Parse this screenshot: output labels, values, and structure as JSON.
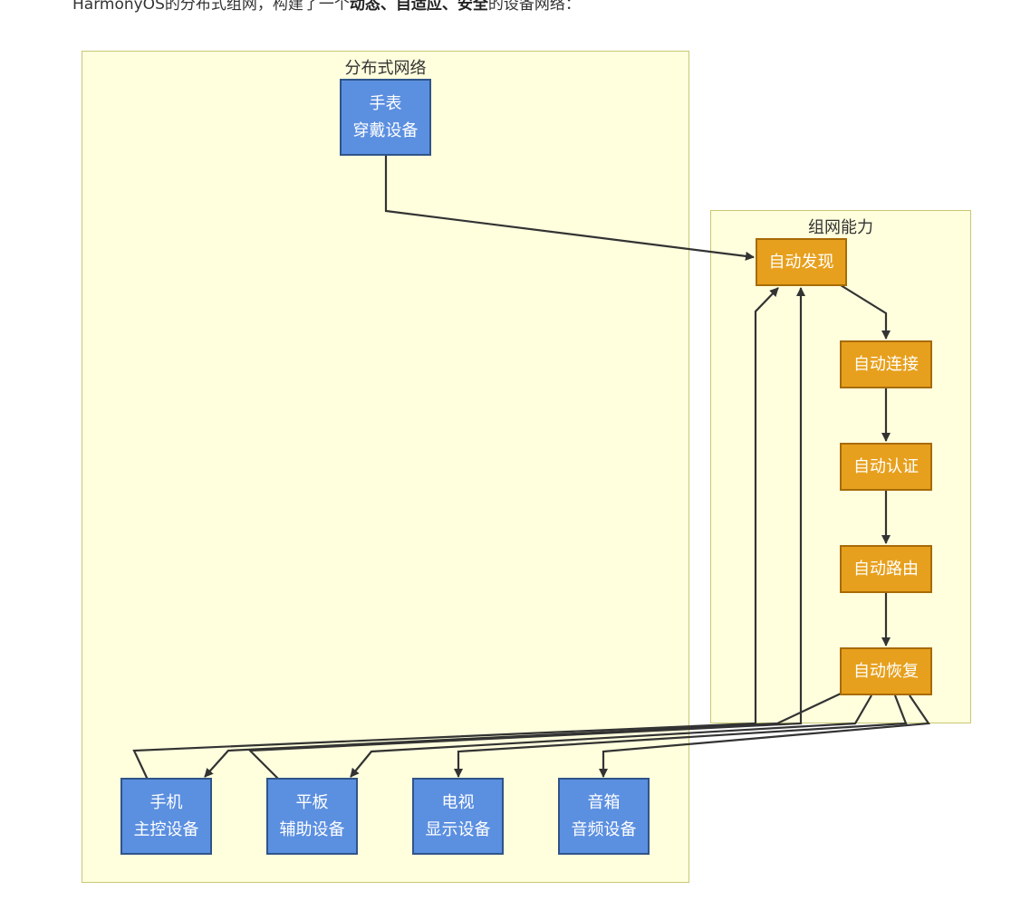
{
  "intro": {
    "prefix": "HarmonyOS的分布式组网，构建了一个",
    "bold": "动态、自适应、安全",
    "suffix": "的设备网络："
  },
  "diagram": {
    "clusters": {
      "network": {
        "title": "分布式网络"
      },
      "capability": {
        "title": "组网能力"
      }
    },
    "nodes": {
      "watch": {
        "line1": "手表",
        "line2": "穿戴设备"
      },
      "phone": {
        "line1": "手机",
        "line2": "主控设备"
      },
      "tablet": {
        "line1": "平板",
        "line2": "辅助设备"
      },
      "tv": {
        "line1": "电视",
        "line2": "显示设备"
      },
      "speaker": {
        "line1": "音箱",
        "line2": "音频设备"
      },
      "discover": {
        "label": "自动发现"
      },
      "connect": {
        "label": "自动连接"
      },
      "auth": {
        "label": "自动认证"
      },
      "route": {
        "label": "自动路由"
      },
      "recover": {
        "label": "自动恢复"
      }
    },
    "colors": {
      "cluster_fill": "#ffffde",
      "cluster_border": "#c9c872",
      "device_fill": "#5b8fe0",
      "capability_fill": "#e7a01d",
      "edge": "#333333"
    }
  }
}
